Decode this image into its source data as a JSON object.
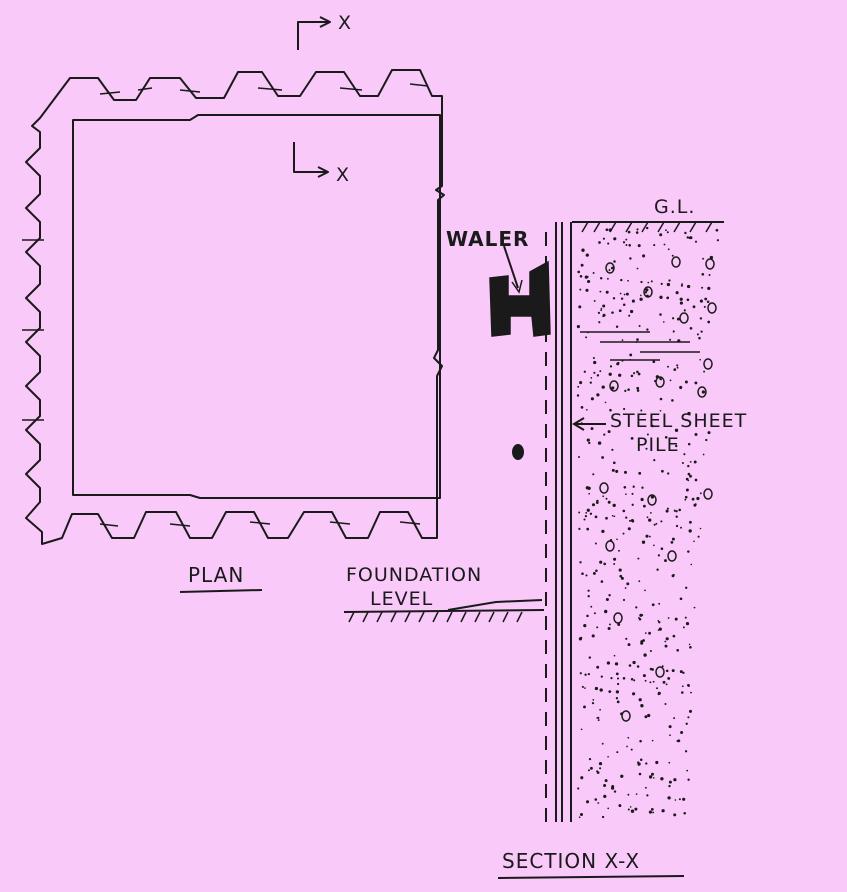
{
  "labels": {
    "section_marker_top": "X",
    "section_marker_bottom": "X",
    "waler": "WALER",
    "ground_level": "G.L.",
    "steel_sheet_pile_line1": "STEEL SHEET",
    "steel_sheet_pile_line2": "PILE",
    "foundation_level_line1": "FOUNDATION",
    "foundation_level_line2": "LEVEL",
    "plan_caption": "PLAN",
    "section_caption": "SECTION X-X"
  },
  "colors": {
    "background": "#f9c9f9",
    "ink": "#1a1a1a"
  }
}
